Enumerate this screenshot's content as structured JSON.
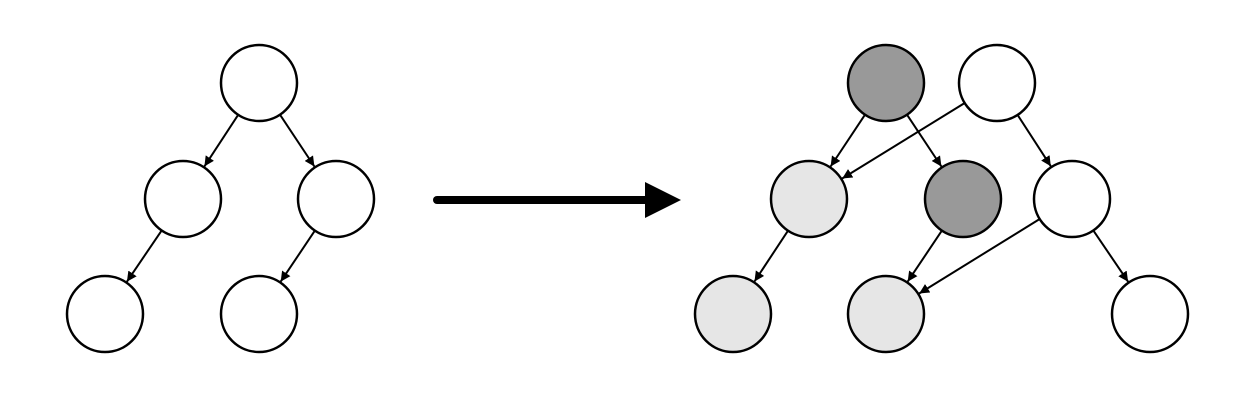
{
  "colors": {
    "background": "#ffffff",
    "stroke": "#000000",
    "node_plain": "#ffffff",
    "node_dark": "#999999",
    "node_light": "#e6e6e6"
  },
  "diagram": {
    "type": "tree-transformation",
    "before": {
      "nodes": [
        {
          "id": "b-root",
          "shade": "plain"
        },
        {
          "id": "b-left",
          "shade": "plain"
        },
        {
          "id": "b-right",
          "shade": "plain"
        },
        {
          "id": "b-left-child",
          "shade": "plain"
        },
        {
          "id": "b-right-child",
          "shade": "plain"
        }
      ],
      "edges": [
        {
          "from": "b-root",
          "to": "b-left"
        },
        {
          "from": "b-root",
          "to": "b-right"
        },
        {
          "from": "b-left",
          "to": "b-left-child"
        },
        {
          "from": "b-right",
          "to": "b-right-child"
        }
      ]
    },
    "after": {
      "nodes": [
        {
          "id": "a-new-root",
          "shade": "dark"
        },
        {
          "id": "a-old-root",
          "shade": "plain"
        },
        {
          "id": "a-shared-left",
          "shade": "light"
        },
        {
          "id": "a-new-right",
          "shade": "dark"
        },
        {
          "id": "a-old-right",
          "shade": "plain"
        },
        {
          "id": "a-shared-left-child",
          "shade": "light"
        },
        {
          "id": "a-shared-right-child",
          "shade": "light"
        },
        {
          "id": "a-old-right-child",
          "shade": "plain"
        }
      ],
      "edges": [
        {
          "from": "a-new-root",
          "to": "a-shared-left"
        },
        {
          "from": "a-new-root",
          "to": "a-new-right"
        },
        {
          "from": "a-old-root",
          "to": "a-shared-left"
        },
        {
          "from": "a-old-root",
          "to": "a-old-right"
        },
        {
          "from": "a-shared-left",
          "to": "a-shared-left-child"
        },
        {
          "from": "a-new-right",
          "to": "a-shared-right-child"
        },
        {
          "from": "a-old-right",
          "to": "a-shared-right-child"
        },
        {
          "from": "a-old-right",
          "to": "a-old-right-child"
        }
      ]
    }
  }
}
